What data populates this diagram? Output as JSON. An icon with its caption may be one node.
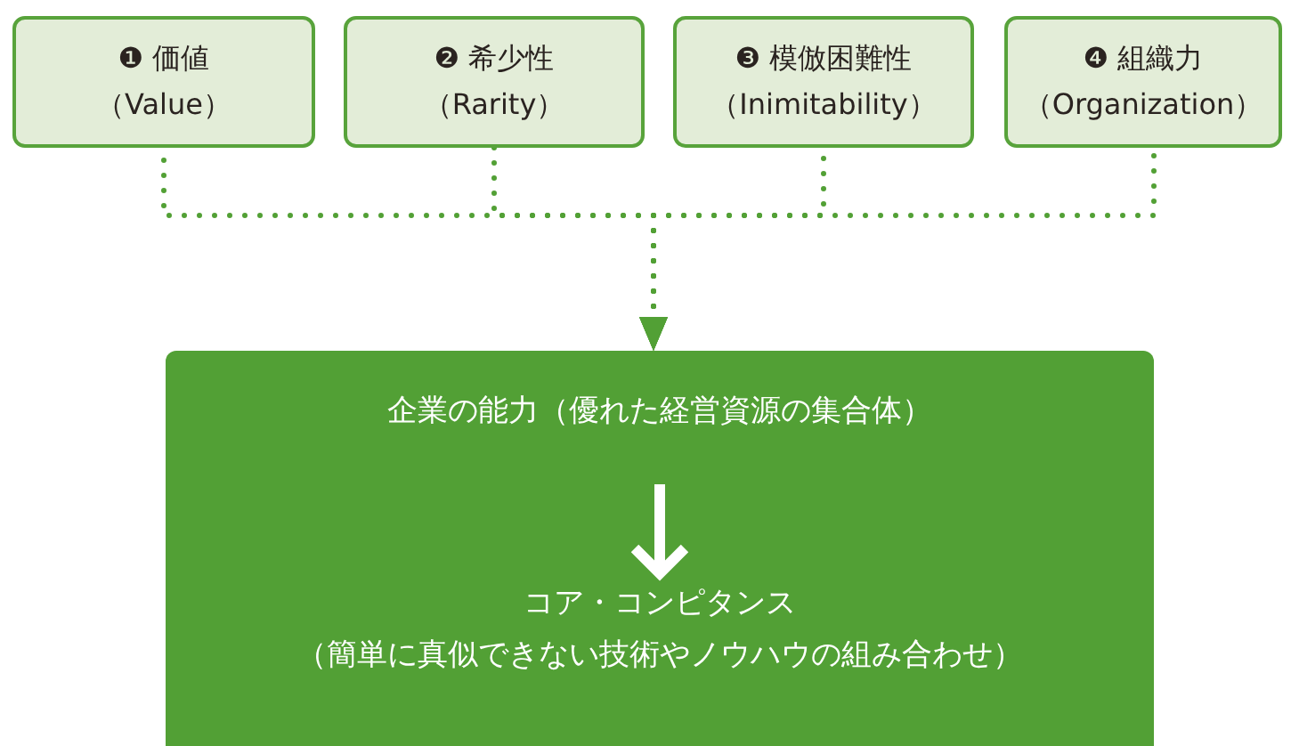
{
  "diagram": {
    "nodes": [
      {
        "text": [
          "❶ 価値",
          "（Value）"
        ]
      },
      {
        "text": [
          "❷ 希少性",
          "（Rarity）"
        ]
      },
      {
        "text": [
          "❸ 模倣困難性",
          "（Inimitability）"
        ]
      },
      {
        "text": [
          "❹ 組織力",
          "（Organization）"
        ]
      },
      {
        "text": [],
        "shape": "box"
      },
      {
        "text": [
          "企業の能力（優れた経営資源の集合体）"
        ],
        "in": 4
      },
      {
        "text": [
          "コア・コンピタンス",
          "（簡単に真似できない技術やノウハウの組み合わせ）"
        ],
        "in": 4
      }
    ],
    "edges": [
      {
        "from": 0,
        "to": 4,
        "arrow": "to",
        "style": "dashed"
      },
      {
        "from": 1,
        "to": 4,
        "arrow": "to",
        "style": "dashed"
      },
      {
        "from": 2,
        "to": 4,
        "arrow": "to",
        "style": "dashed"
      },
      {
        "from": 3,
        "to": 4,
        "arrow": "to",
        "style": "dashed"
      },
      {
        "from": 5,
        "to": 6,
        "arrow": "to",
        "color": "#ffffff",
        "style": "thick"
      }
    ]
  }
}
